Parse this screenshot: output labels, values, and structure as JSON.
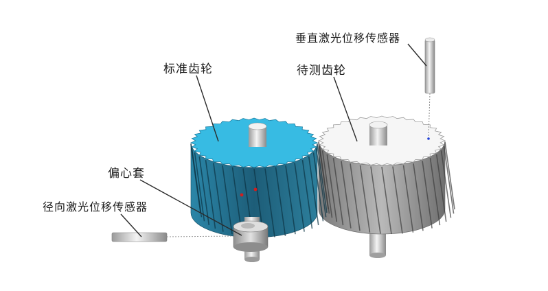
{
  "labels": {
    "standard_gear": "标准齿轮",
    "test_gear": "待测齿轮",
    "vertical_sensor": "垂直激光位移传感器",
    "eccentric_sleeve": "偏心套",
    "radial_sensor": "径向激光位移传感器"
  },
  "colors": {
    "standard_gear_top": "#35b8e0",
    "standard_gear_side": "#1f6e8c",
    "test_gear_top": "#f7f7f7",
    "test_gear_side": "#8e8e8e",
    "shaft": "#cfcfcf",
    "laser_spot": "#d21e1e"
  }
}
